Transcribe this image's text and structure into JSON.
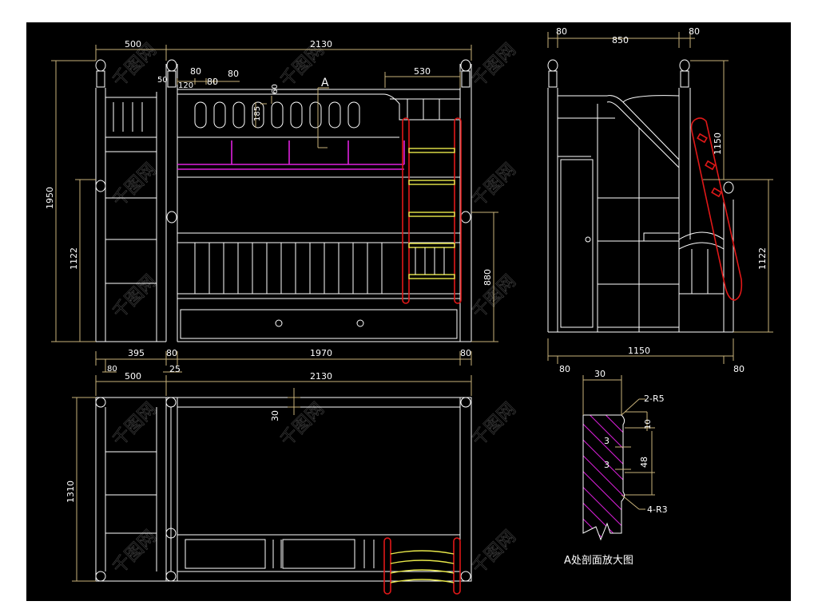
{
  "drawing": {
    "section_marker": "A",
    "section_caption": "A处剖面放大图",
    "colors": {
      "background": "#000000",
      "outline": "#ffffff",
      "dimension": "#c8b27a",
      "rail": "#e020e0",
      "ladder": "#e01818",
      "rung": "#e8e84a",
      "hatch": "#e020e0"
    }
  },
  "front_view": {
    "dim_500": "500",
    "dim_2130": "2130",
    "dim_50": "50",
    "dim_120": "120",
    "dim_80_a": "80",
    "dim_80_b": "80",
    "dim_80_c": "80",
    "dim_60": "60",
    "dim_185": "185",
    "dim_530": "530",
    "dim_1950": "1950",
    "dim_1122": "1122",
    "dim_880": "880",
    "dim_395": "395",
    "dim_80_d": "80",
    "dim_1970": "1970",
    "dim_80_e": "80",
    "dim_80_f": "80",
    "dim_25": "25"
  },
  "side_view": {
    "dim_80_left": "80",
    "dim_850": "850",
    "dim_80_right": "80",
    "dim_1150_v": "1150",
    "dim_1122": "1122",
    "dim_1150_h": "1150",
    "dim_80_bl": "80",
    "dim_80_br": "80"
  },
  "top_view": {
    "dim_500": "500",
    "dim_2130": "2130",
    "dim_30": "30",
    "dim_1310": "1310"
  },
  "section_detail": {
    "dim_30": "30",
    "radius_top": "2-R5",
    "dim_10": "10",
    "dim_3_a": "3",
    "dim_48": "48",
    "dim_3_b": "3",
    "radius_bottom": "4-R3"
  },
  "watermark": "千图网"
}
